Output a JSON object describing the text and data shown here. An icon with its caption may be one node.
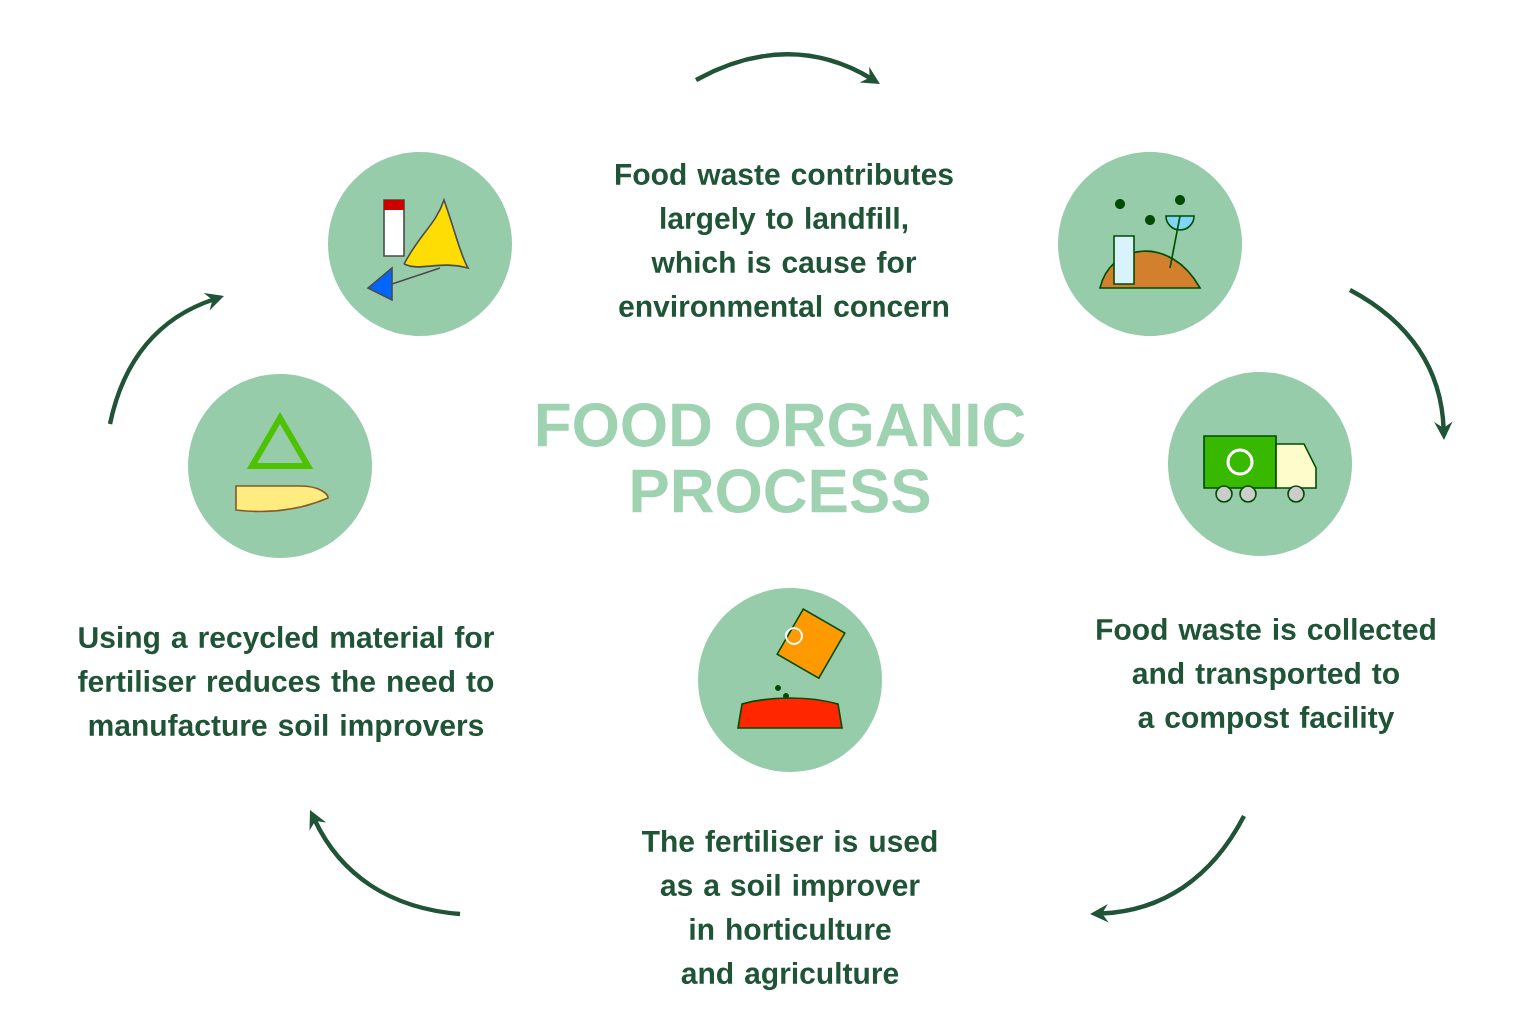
{
  "diagram": {
    "title": "FOOD ORGANIC PROCESS",
    "nodes": [
      {
        "text": [],
        "shape": "picture"
      },
      {
        "text": [],
        "shape": "picture",
        "beside": [
          "Food waste contributes largely to landfill, which is cause for environmental concern"
        ]
      },
      {
        "text": [],
        "shape": "picture",
        "beside": [
          "Food waste is collected and transported to a compost facility"
        ]
      },
      {
        "text": [],
        "shape": "picture",
        "beside": [
          "The fertiliser is used as a soil improver in horticulture and agriculture"
        ]
      },
      {
        "text": [],
        "shape": "picture",
        "beside": [
          "Using a recycled material for fertiliser reduces the need to manufacture soil improvers"
        ]
      }
    ]
  }
}
